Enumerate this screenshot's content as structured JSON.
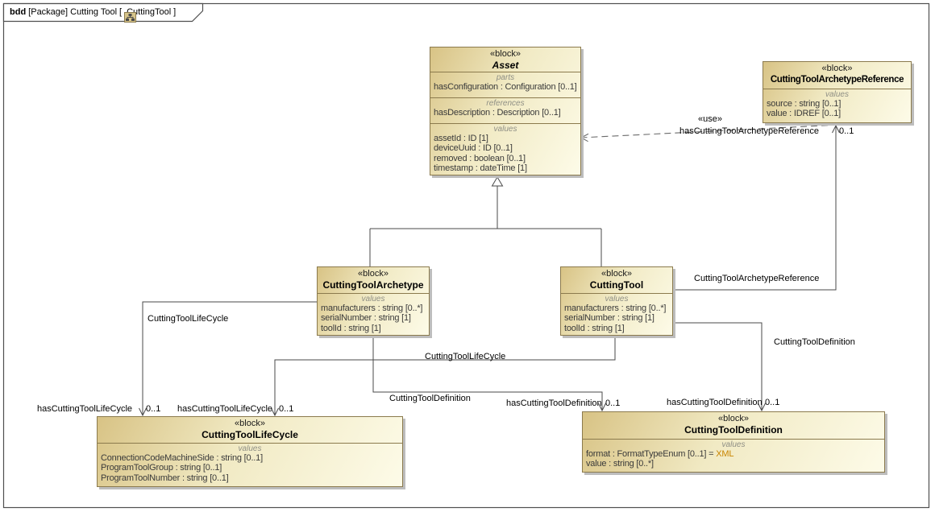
{
  "frame_header": {
    "kind": "bdd",
    "context": "[Package] Cutting Tool",
    "open_bracket": "[",
    "diagram_name": "CuttingTool",
    "close_bracket": "]",
    "diagram_icon": "diagram-icon"
  },
  "blocks": {
    "asset": {
      "stereotype": "«block»",
      "name": "Asset",
      "compartments": [
        {
          "label": "parts",
          "items": [
            "hasConfiguration : Configuration [0..1]"
          ]
        },
        {
          "label": "references",
          "items": [
            "hasDescription : Description [0..1]"
          ]
        },
        {
          "label": "values",
          "items": [
            "assetId : ID [1]",
            "deviceUuid : ID [0..1]",
            "removed : boolean [0..1]",
            "timestamp : dateTime [1]"
          ]
        }
      ]
    },
    "archetype_reference": {
      "stereotype": "«block»",
      "name": "CuttingToolArchetypeReference",
      "compartments": [
        {
          "label": "values",
          "items": [
            "source : string [0..1]",
            "value : IDREF [0..1]"
          ]
        }
      ]
    },
    "archetype": {
      "stereotype": "«block»",
      "name": "CuttingToolArchetype",
      "compartments": [
        {
          "label": "values",
          "items": [
            "manufacturers : string [0..*]",
            "serialNumber : string [1]",
            "toolId : string [1]"
          ]
        }
      ]
    },
    "cutting_tool": {
      "stereotype": "«block»",
      "name": "CuttingTool",
      "compartments": [
        {
          "label": "values",
          "items": [
            "manufacturers : string [0..*]",
            "serialNumber : string [1]",
            "toolId : string [1]"
          ]
        }
      ]
    },
    "lifecycle": {
      "stereotype": "«block»",
      "name": "CuttingToolLifeCycle",
      "compartments": [
        {
          "label": "values",
          "items": [
            "ConnectionCodeMachineSide : string [0..1]",
            "ProgramToolGroup : string [0..1]",
            "ProgramToolNumber : string [0..1]"
          ]
        }
      ]
    },
    "definition": {
      "stereotype": "«block»",
      "name": "CuttingToolDefinition",
      "compartments": [
        {
          "label": "values",
          "items": [
            "format : FormatTypeEnum [0..1] = ",
            "value : string [0..*]"
          ],
          "default_value": "XML"
        }
      ]
    }
  },
  "connectors": {
    "assoc_lifecycle_left_name": "CuttingToolLifeCycle",
    "assoc_lifecycle_mid_name": "CuttingToolLifeCycle",
    "assoc_definition_left_name": "CuttingToolDefinition",
    "assoc_definition_right_name": "CuttingToolDefinition",
    "assoc_archetype_ref_name": "CuttingToolArchetypeReference",
    "use_stereotype": "«use»",
    "role_lifecycle_left": "hasCuttingToolLifeCycle",
    "role_lifecycle_mid": "hasCuttingToolLifeCycle",
    "role_definition_left": "hasCuttingToolDefinition",
    "role_definition_right": "hasCuttingToolDefinition",
    "role_archetype_ref": "hasCuttingToolArchetypeReference",
    "mult_lifecycle_left": "0..1",
    "mult_lifecycle_mid": "0..1",
    "mult_definition_left": "0..1",
    "mult_definition_right": "0..1",
    "mult_archetype_ref": "0..1"
  },
  "colors": {
    "block_fill_dark": "#d8c385",
    "block_fill_light": "#fdfbe8",
    "block_border": "#8b7a4d",
    "shadow": "#bdbdbd",
    "line": "#4a4a4a",
    "default_value": "#c98500",
    "compartment_label": "#8f8f85"
  }
}
